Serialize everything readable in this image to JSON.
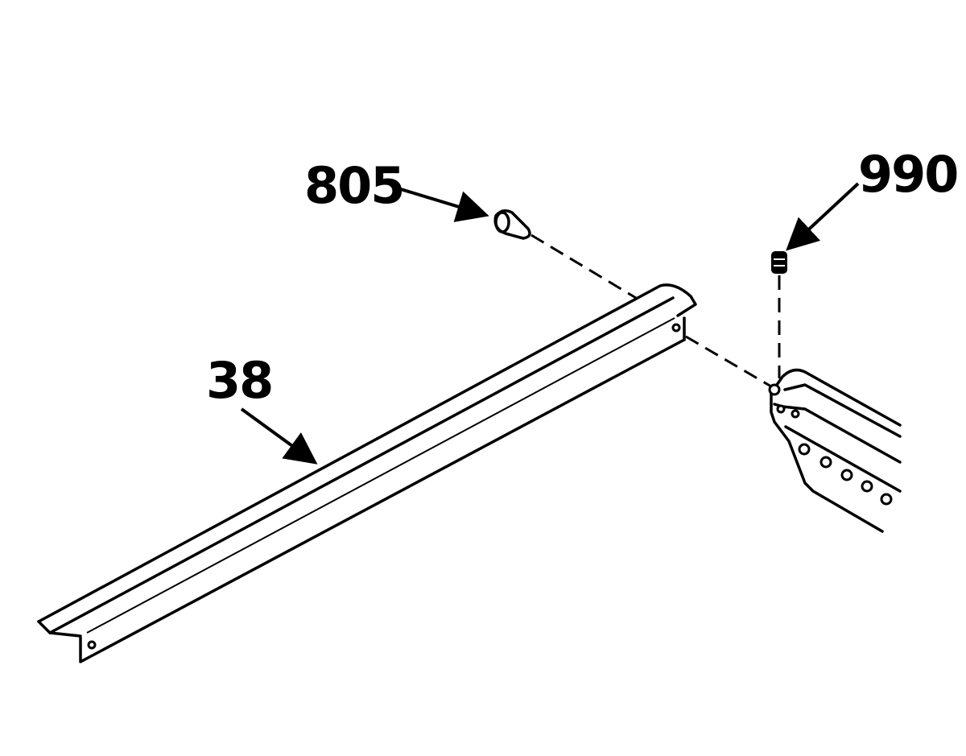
{
  "callouts": {
    "bolt": "805",
    "nut": "990",
    "rail": "38"
  }
}
